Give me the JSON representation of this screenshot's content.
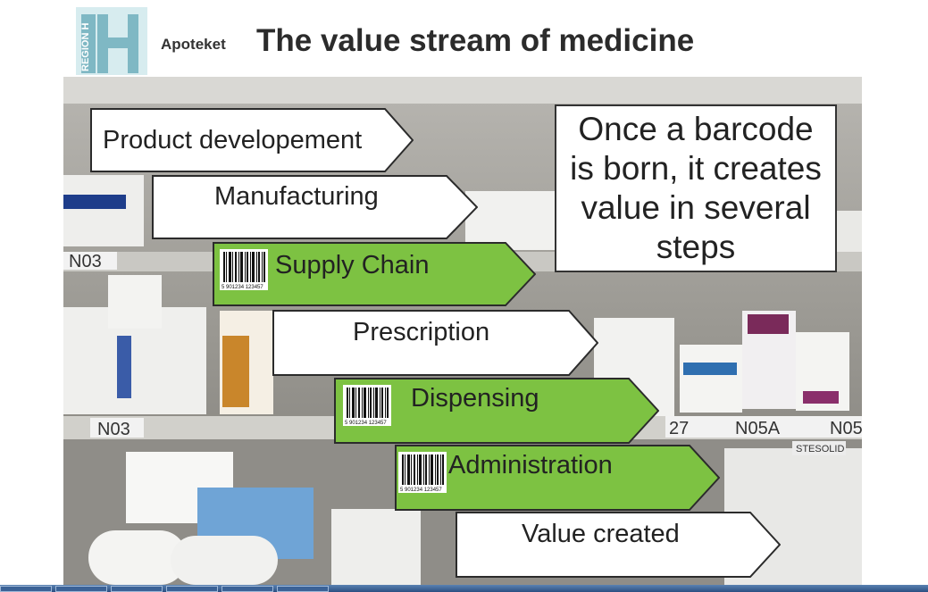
{
  "header": {
    "logo_text": "REGION H",
    "brand": "Apoteket",
    "title": "The value stream of medicine"
  },
  "steps": [
    {
      "label": "Product developement",
      "style": "white",
      "barcode": false
    },
    {
      "label": "Manufacturing",
      "style": "white",
      "barcode": false
    },
    {
      "label": "Supply Chain",
      "style": "green",
      "barcode": true
    },
    {
      "label": "Prescription",
      "style": "white",
      "barcode": false
    },
    {
      "label": "Dispensing",
      "style": "green",
      "barcode": true
    },
    {
      "label": "Administration",
      "style": "green",
      "barcode": true
    },
    {
      "label": "Value created",
      "style": "white",
      "barcode": false
    }
  ],
  "callout": {
    "text": "Once a barcode is born, it creates value in several steps"
  },
  "barcode_digits": "5 901234 123457",
  "colors": {
    "green": "#7dc242",
    "white_box": "#ffffff",
    "outline": "#2b2b2b",
    "logo": "#7fb8c4"
  },
  "icons": [
    "barcode-icon",
    "region-h-logo"
  ]
}
